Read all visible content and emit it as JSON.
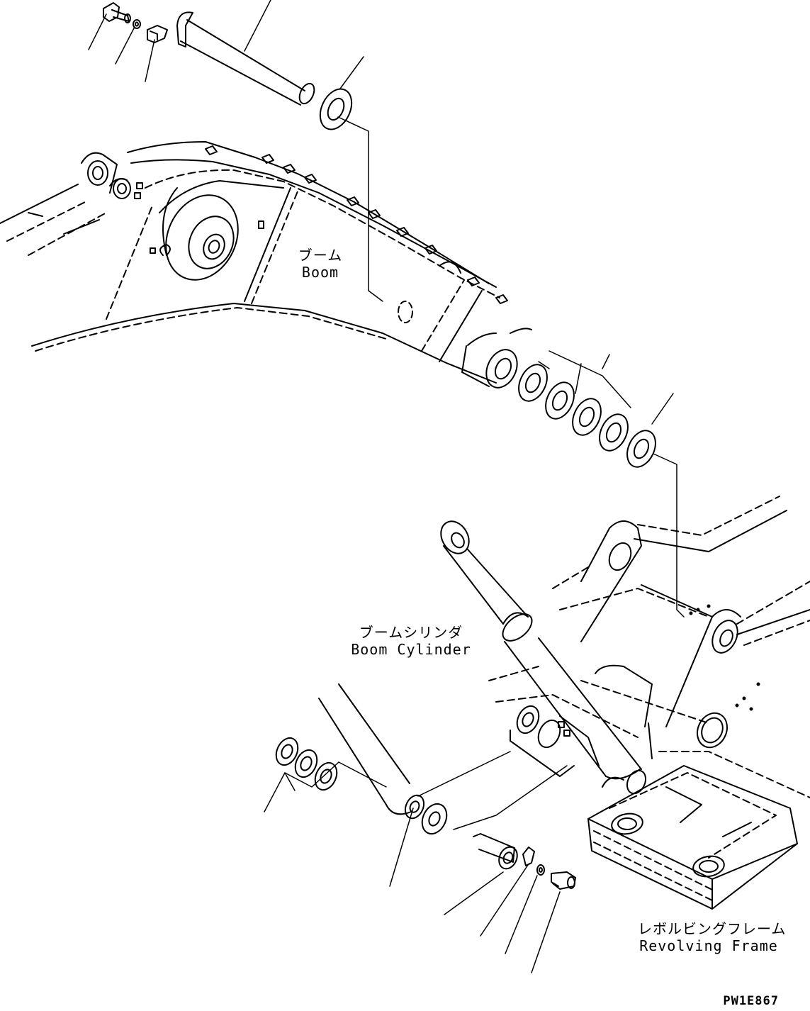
{
  "labels": {
    "boom": {
      "jp": "ブーム",
      "en": "Boom"
    },
    "boom_cylinder": {
      "jp": "ブームシリンダ",
      "en": "Boom Cylinder"
    },
    "revolving_frame": {
      "jp": "レボルビングフレーム",
      "en": "Revolving Frame"
    }
  },
  "drawing_code": "PW1E867"
}
